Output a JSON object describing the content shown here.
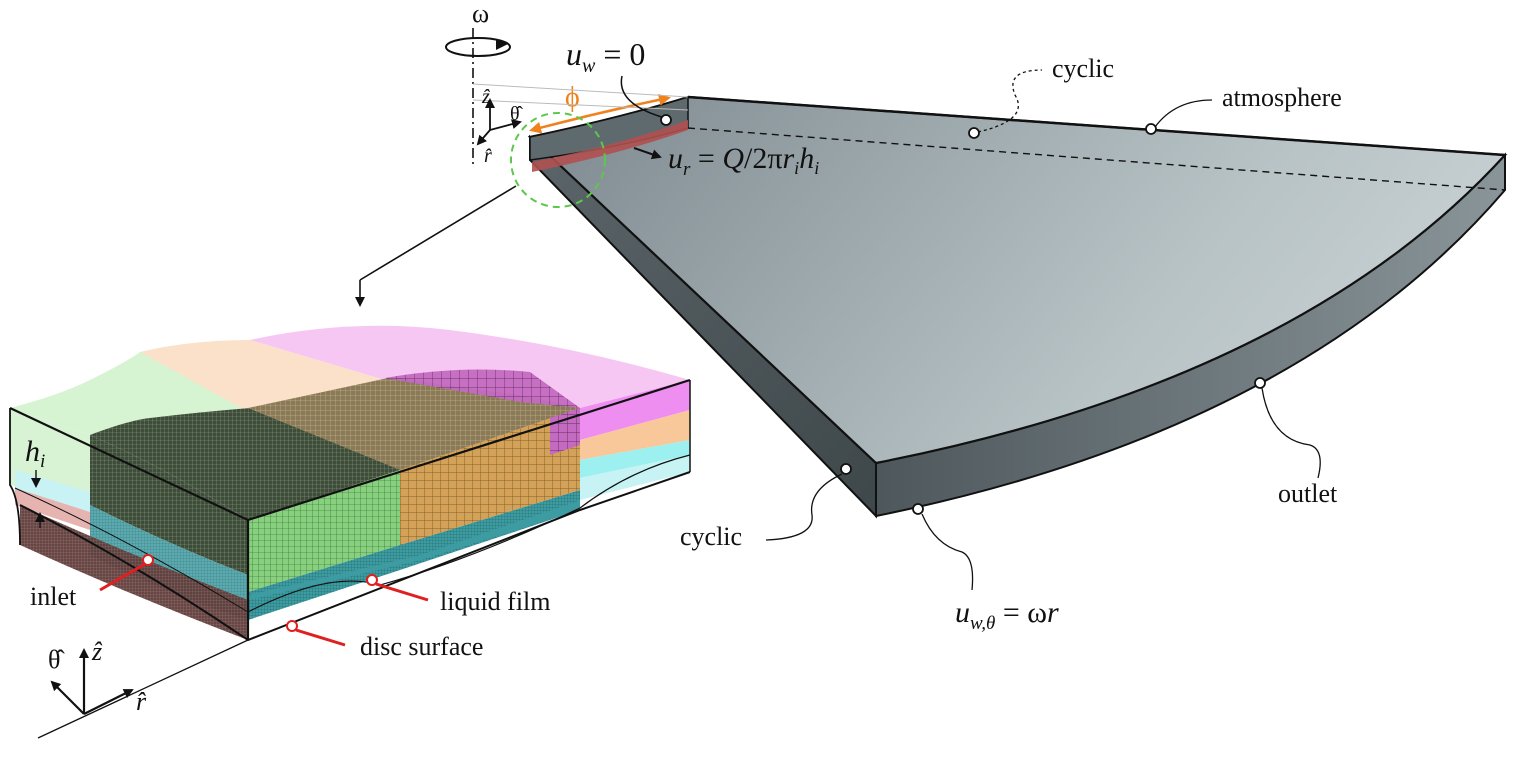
{
  "labels": {
    "omega": "ω",
    "phi": "ϕ",
    "uw_eq_zero_lhs": "u",
    "uw_sub": "w",
    "uw_eq_zero_rhs": " = 0",
    "ur_lhs": "u",
    "ur_sub": "r",
    "ur_rhs_eq": " = ",
    "ur_rhs_Q": "Q",
    "ur_rhs_mid": "/2π",
    "ur_rhs_r": "r",
    "ur_rhs_i": "i",
    "ur_rhs_h": "h",
    "ur_rhs_i2": "i",
    "cyclic_top": "cyclic",
    "atmosphere": "atmosphere",
    "outlet": "outlet",
    "cyclic_bottom": "cyclic",
    "uwtheta_lhs": "u",
    "uwtheta_sub": "w,θ",
    "uwtheta_rhs": " = ω",
    "uwtheta_r": "r",
    "hi_h": "h",
    "hi_i": "i",
    "inlet": "inlet",
    "liquid_film": "liquid film",
    "disc_surface": "disc surface",
    "axis_z": "ẑ",
    "axis_theta": "θ̂",
    "axis_r": "r̂"
  },
  "colors": {
    "wedge_top": "#9aa6ac",
    "wedge_side": "#6c777c",
    "inlet_band": "#b05050",
    "callout_red": "#e02020",
    "phi_orange": "#f0821e",
    "zoom_circle": "#5cc84a",
    "mesh_green": "#8fd48a",
    "mesh_tan": "#d9a25a",
    "mesh_pink": "#f4a8f0",
    "mesh_teal": "#3b9aa0",
    "mesh_dark": "#3a4a38"
  }
}
